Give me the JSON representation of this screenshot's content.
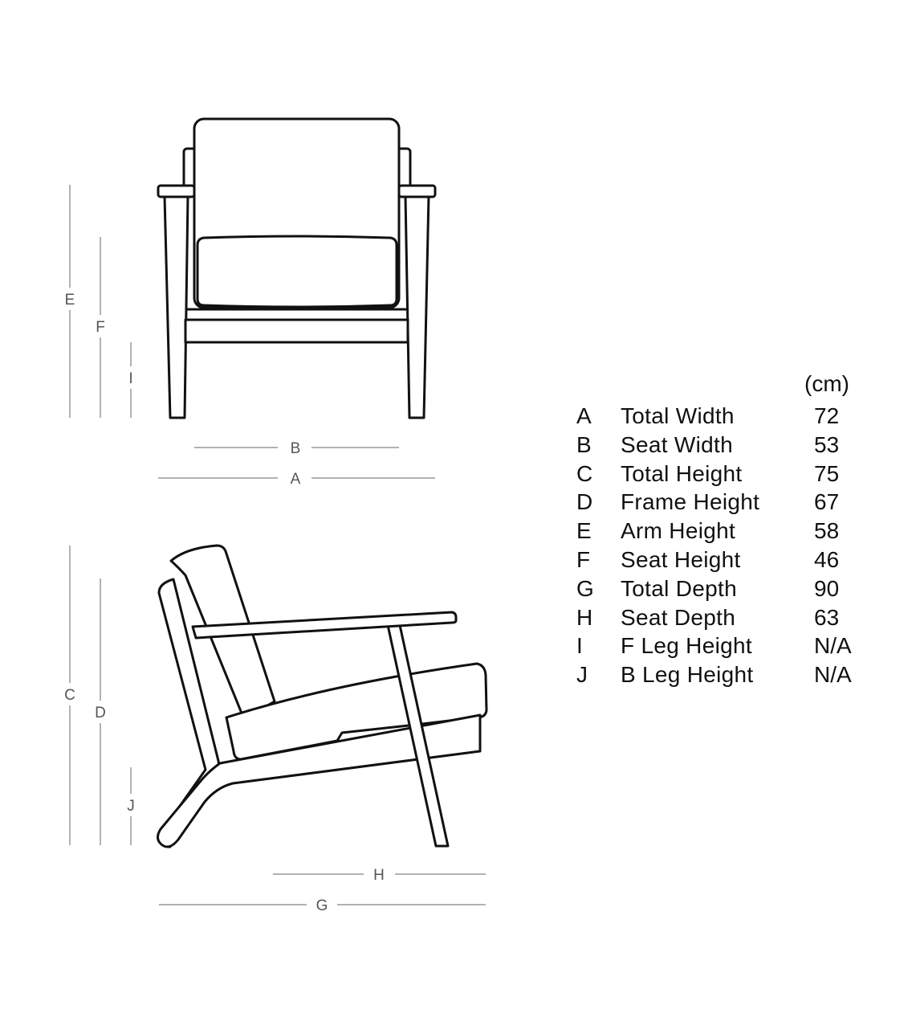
{
  "dimension_labels": {
    "A": "A",
    "B": "B",
    "C": "C",
    "D": "D",
    "E": "E",
    "F": "F",
    "G": "G",
    "H": "H",
    "I": "I",
    "J": "J"
  },
  "table": {
    "unit": "(cm)",
    "rows": [
      {
        "code": "A",
        "name": "Total Width",
        "value": "72"
      },
      {
        "code": "B",
        "name": "Seat Width",
        "value": "53"
      },
      {
        "code": "C",
        "name": "Total Height",
        "value": "75"
      },
      {
        "code": "D",
        "name": "Frame Height",
        "value": "67"
      },
      {
        "code": "E",
        "name": "Arm Height",
        "value": "58"
      },
      {
        "code": "F",
        "name": "Seat Height",
        "value": "46"
      },
      {
        "code": "G",
        "name": "Total Depth",
        "value": "90"
      },
      {
        "code": "H",
        "name": "Seat Depth",
        "value": "63"
      },
      {
        "code": "I",
        "name": "F Leg Height",
        "value": "N/A"
      },
      {
        "code": "J",
        "name": "B Leg Height",
        "value": "N/A"
      }
    ]
  },
  "colors": {
    "line": "#111111",
    "dimension_line": "#999999",
    "dimension_text": "#555555"
  }
}
